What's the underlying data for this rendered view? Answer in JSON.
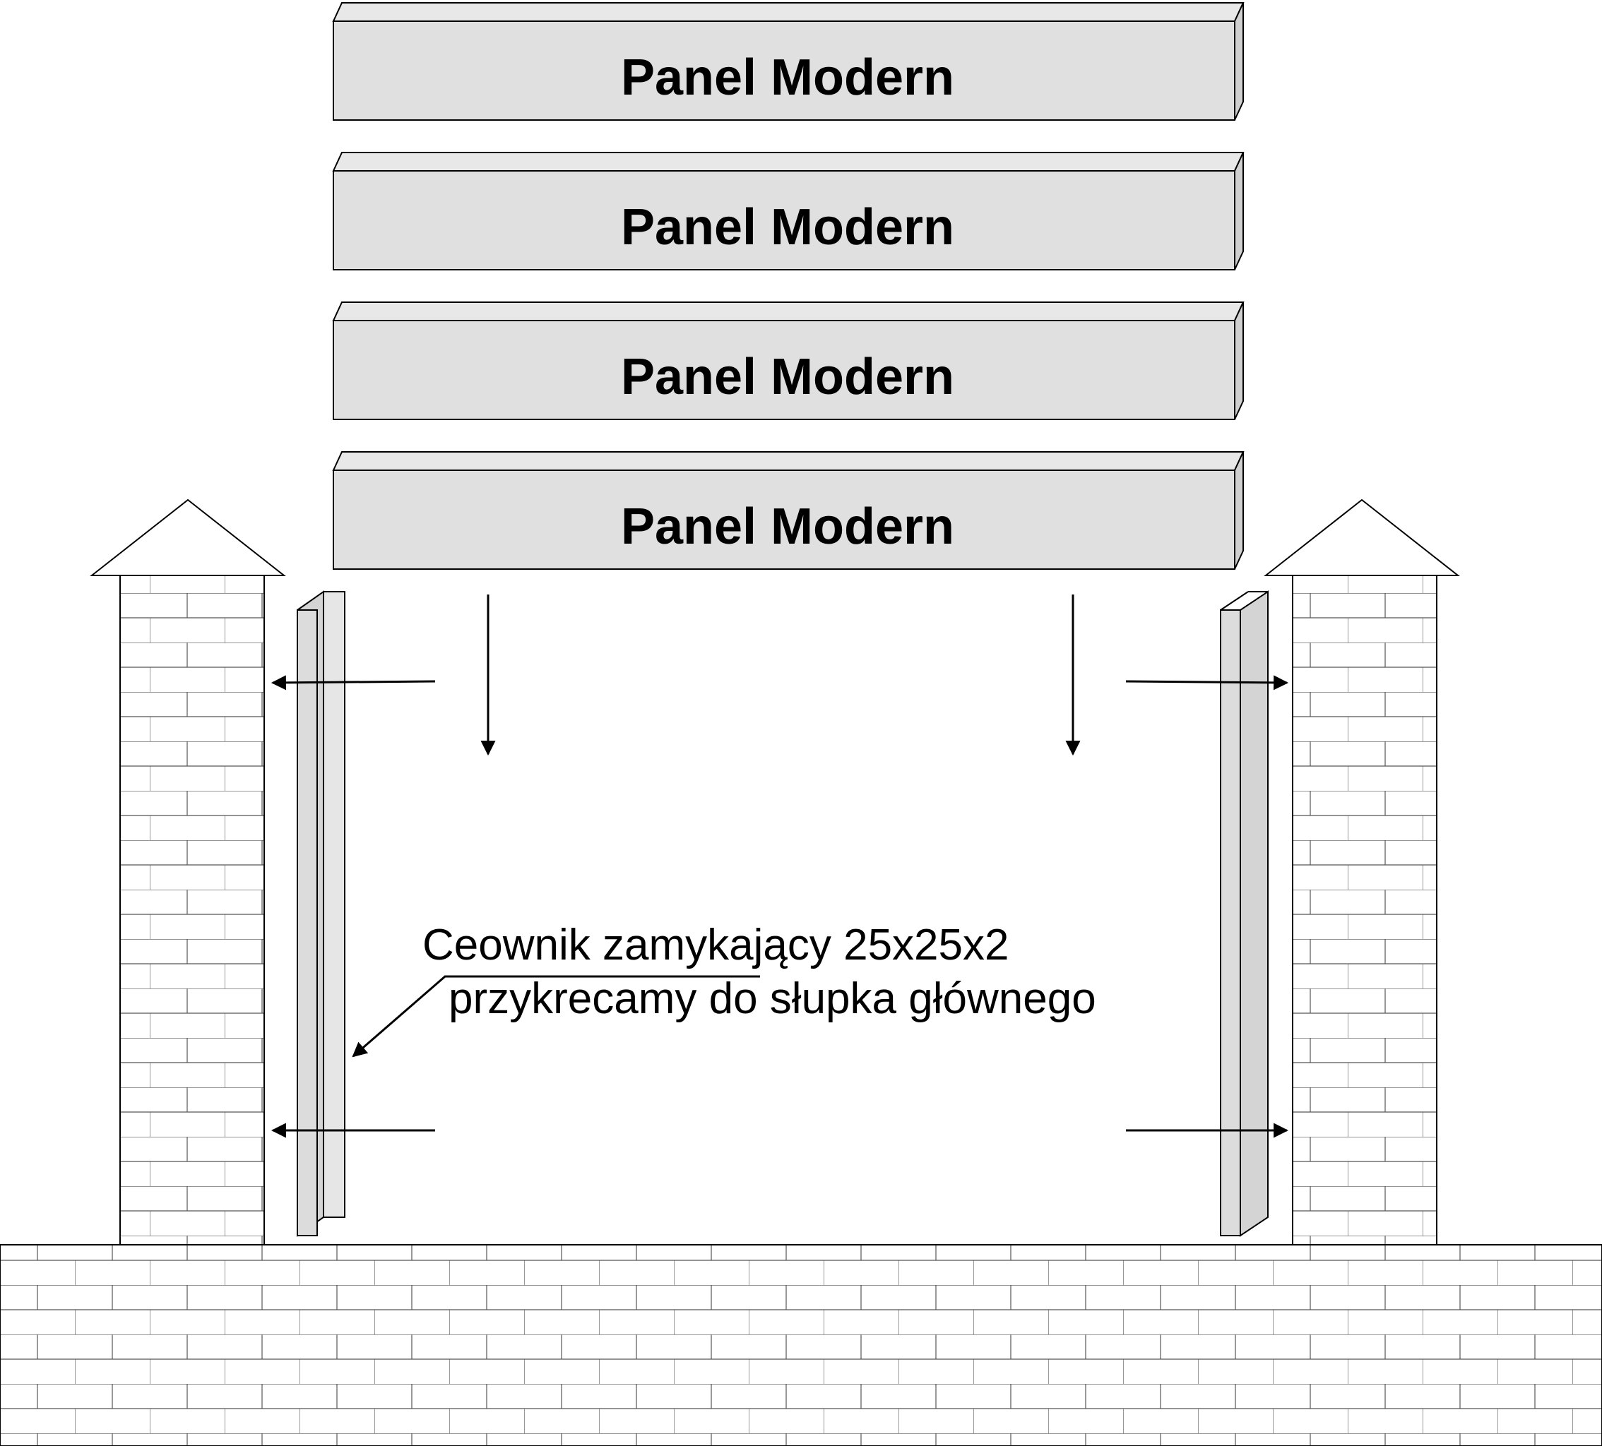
{
  "colors": {
    "panel_fill": "#e0e0e0",
    "channel_fill": "#dcdcdc",
    "brick_fill": "#ffffff",
    "line": "#000000"
  },
  "panels": [
    {
      "label": "Panel Modern"
    },
    {
      "label": "Panel Modern"
    },
    {
      "label": "Panel Modern"
    },
    {
      "label": "Panel Modern"
    }
  ],
  "callout": {
    "line1": "Ceownik zamykający 25x25x2",
    "line2": "przykrecamy do słupka głównego"
  }
}
